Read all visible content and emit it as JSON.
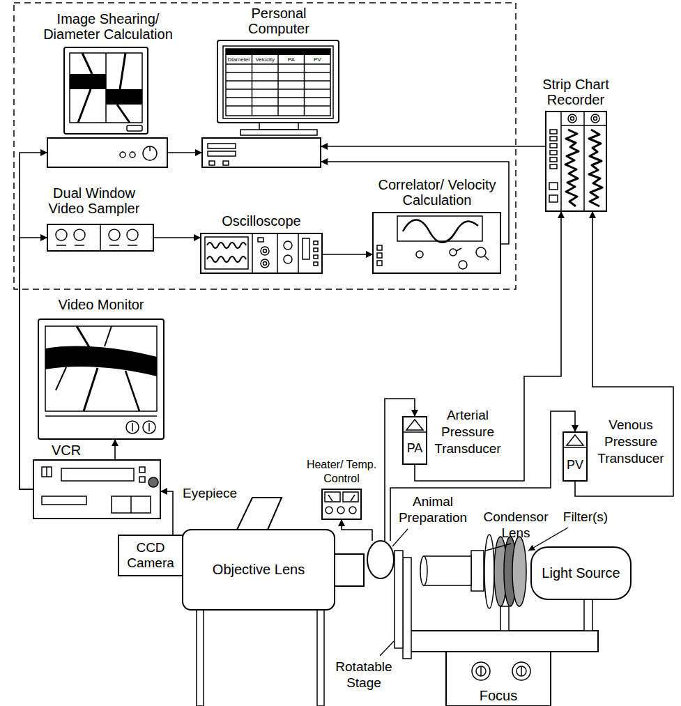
{
  "diagram": {
    "nodes": [
      {
        "text": [
          "Image Shearing/ Diameter Calculation"
        ]
      },
      {
        "text": [
          "Personal Computer"
        ]
      },
      {
        "text": [
          "Strip Chart Recorder"
        ]
      },
      {
        "text": [
          "Dual Window Video Sampler"
        ]
      },
      {
        "text": [
          "Oscilloscope"
        ]
      },
      {
        "text": [
          "Correlator/ Velocity Calculation"
        ]
      },
      {
        "text": [
          "Video Monitor"
        ]
      },
      {
        "text": [
          "Heater/ Temp. Control"
        ]
      },
      {
        "text": [
          "Arterial Pressure Transducer",
          "PA"
        ]
      },
      {
        "text": [
          "Venous Pressure Transducer",
          "PV"
        ]
      },
      {
        "text": [
          "VCR"
        ]
      },
      {
        "text": [
          "Animal Preparation"
        ]
      },
      {
        "text": [
          "CCD Camera"
        ]
      },
      {
        "text": [
          "Objective Lens"
        ]
      },
      {
        "text": [
          "Light Source"
        ]
      },
      {
        "text": [
          "Focus"
        ]
      }
    ],
    "edges": [
      {
        "from": 0,
        "to": 1,
        "arrow": "to"
      },
      {
        "from": 2,
        "to": 1,
        "arrow": "to"
      },
      {
        "from": 3,
        "to": 4,
        "arrow": "to"
      },
      {
        "from": 4,
        "to": 5,
        "arrow": "to"
      },
      {
        "from": 5,
        "to": 1,
        "arrow": "to"
      },
      {
        "from": 10,
        "to": 0,
        "arrow": "to"
      },
      {
        "from": 10,
        "to": 3,
        "arrow": "to"
      },
      {
        "from": 10,
        "to": 6,
        "arrow": "to"
      },
      {
        "from": 12,
        "to": 10,
        "arrow": "to"
      },
      {
        "from": 11,
        "to": 7,
        "arrow": "to"
      },
      {
        "from": 11,
        "to": 8,
        "arrow": "to"
      },
      {
        "from": 11,
        "to": 9,
        "arrow": "to"
      },
      {
        "from": 8,
        "to": 2,
        "arrow": "to"
      },
      {
        "from": 9,
        "to": 2,
        "arrow": "to"
      }
    ],
    "labels": [
      "Diameter",
      "Velocity",
      "PA",
      "PV",
      "Eyepiece",
      "Condensor Lens",
      "Filter(s)",
      "Rotatable Stage"
    ]
  }
}
